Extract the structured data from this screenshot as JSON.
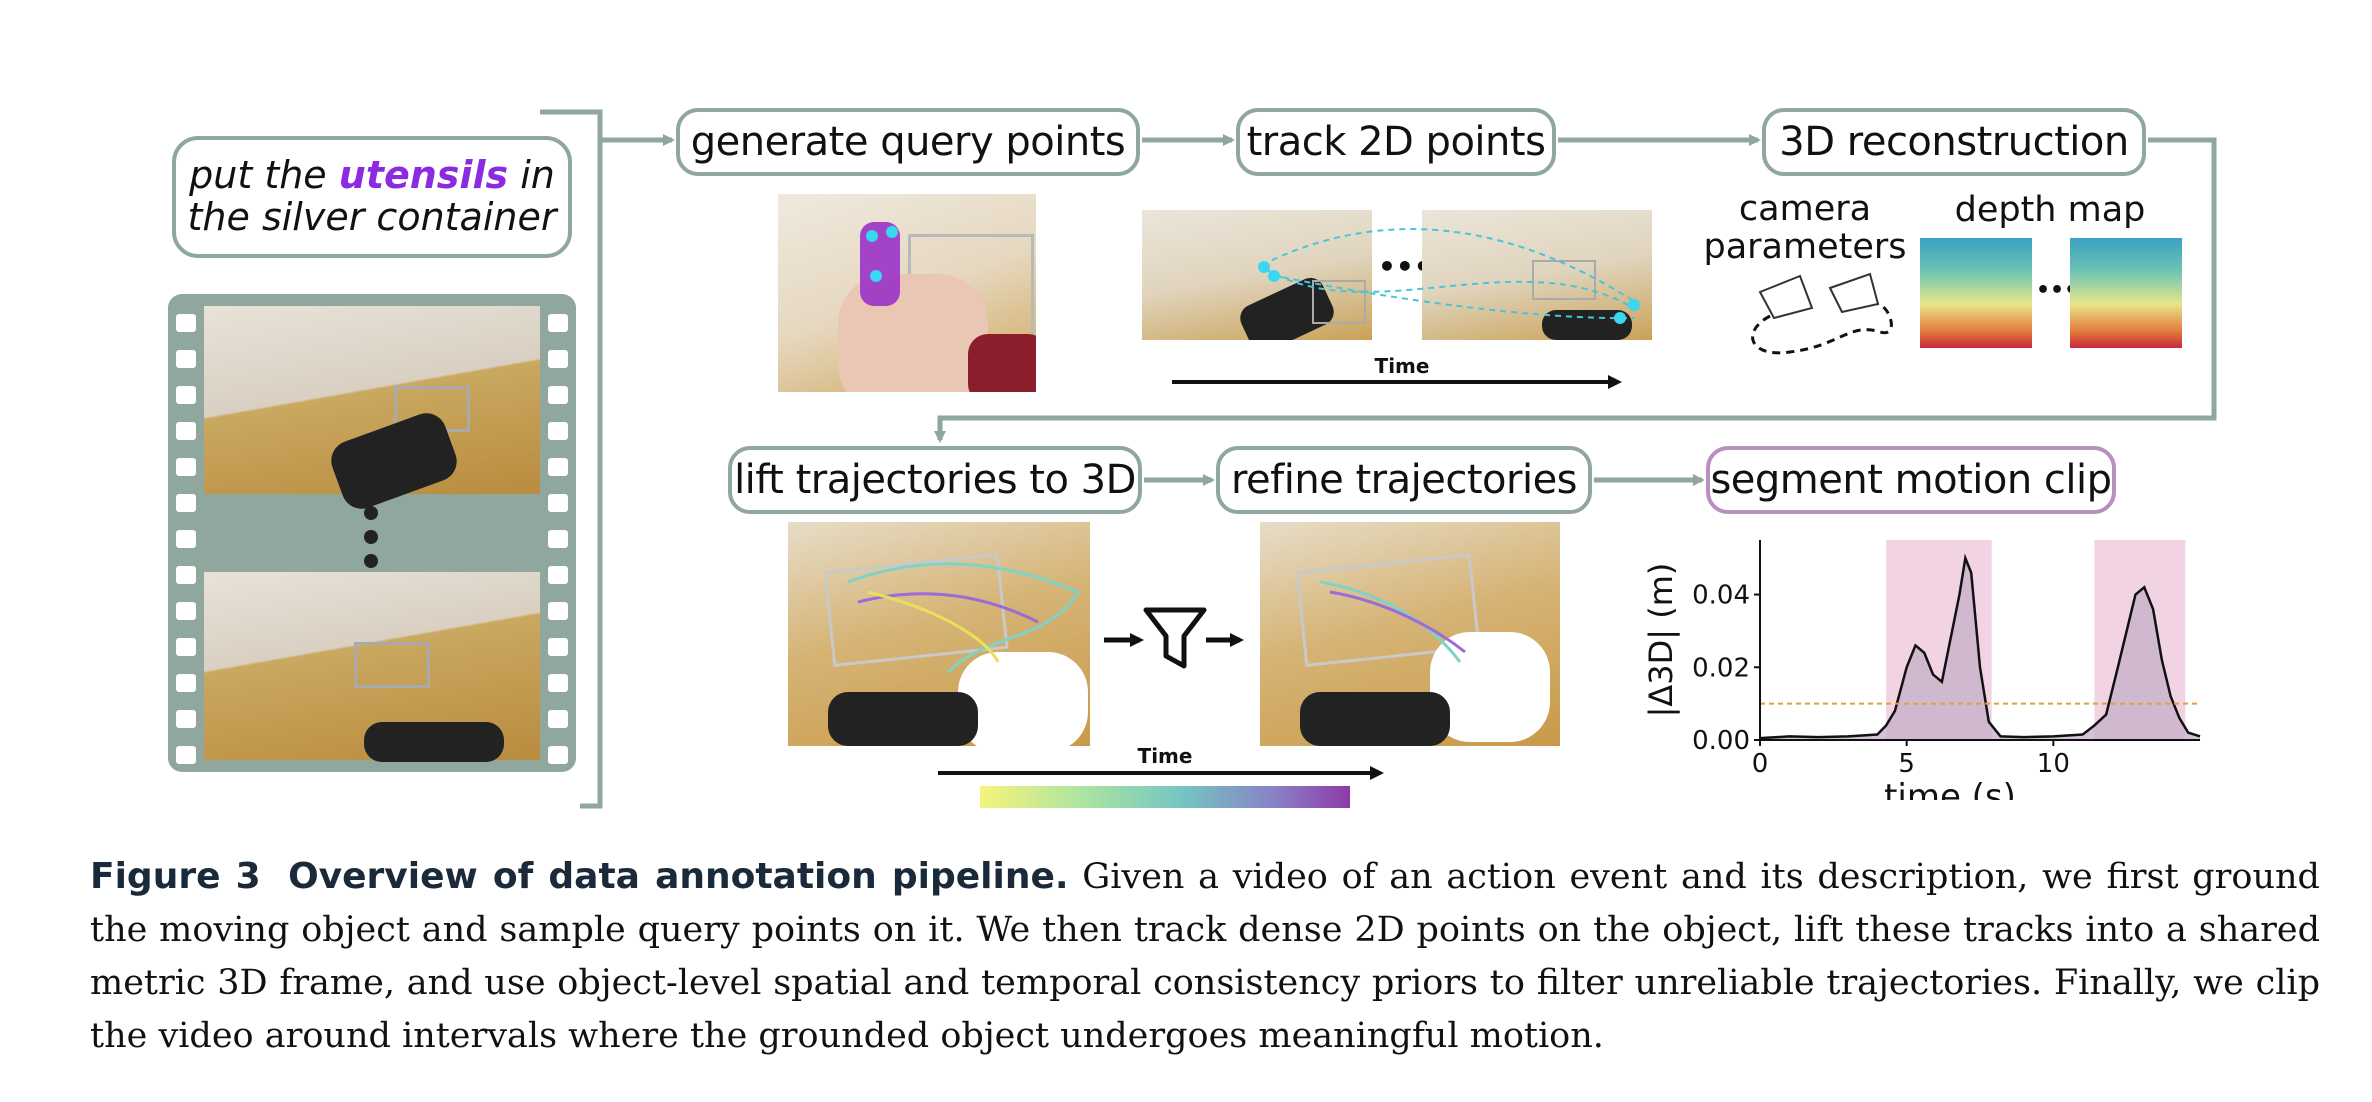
{
  "prompt": {
    "before": "put the ",
    "highlight": "utensils",
    "after": " in the silver container"
  },
  "stages": {
    "generate": "generate query points",
    "track": "track 2D points",
    "recon": "3D reconstruction",
    "lift": "lift trajectories to 3D",
    "refine": "refine trajectories",
    "segment": "segment motion clip"
  },
  "labels": {
    "time_top": "Time",
    "time_bottom": "Time",
    "camera": "camera parameters",
    "depth": "depth map",
    "ellipsis": "•••"
  },
  "caption": {
    "figure": "Figure 3",
    "title": "Overview of data annotation pipeline.",
    "body": "Given a video of an action event and its description, we first ground the moving object and sample query points on it. We then track dense 2D points on the object, lift these tracks into a shared metric 3D frame, and use object-level spatial and temporal consistency priors to filter unreliable trajectories. Finally, we clip the video around intervals where the grounded object undergoes meaningful motion."
  },
  "colors": {
    "frame": "#8fa79d",
    "purple": "#b98fc0",
    "highlight": "#8a2be2",
    "shade": "#f2d3e3",
    "thresh": "#e0a040"
  },
  "chart_data": {
    "type": "area",
    "xlabel": "time (s)",
    "ylabel": "|Δ3D| (m)",
    "xlim": [
      0,
      15
    ],
    "ylim": [
      0,
      0.055
    ],
    "xticks": [
      0,
      5,
      10
    ],
    "yticks": [
      0.0,
      0.02,
      0.04
    ],
    "ytick_labels": [
      "0.00",
      "0.02",
      "0.04"
    ],
    "threshold": 0.01,
    "shaded_intervals": [
      [
        4.3,
        7.9
      ],
      [
        11.4,
        14.5
      ]
    ],
    "x": [
      0,
      1,
      2,
      3,
      4,
      4.3,
      4.6,
      5,
      5.3,
      5.6,
      5.9,
      6.2,
      6.5,
      6.8,
      7.0,
      7.2,
      7.5,
      7.8,
      8.2,
      9,
      10,
      11,
      11.4,
      11.8,
      12.2,
      12.5,
      12.8,
      13.1,
      13.4,
      13.7,
      14.0,
      14.3,
      14.6,
      15
    ],
    "y": [
      0.0005,
      0.001,
      0.0008,
      0.001,
      0.0015,
      0.004,
      0.008,
      0.02,
      0.026,
      0.024,
      0.018,
      0.016,
      0.028,
      0.04,
      0.05,
      0.046,
      0.02,
      0.005,
      0.001,
      0.0008,
      0.001,
      0.0015,
      0.004,
      0.007,
      0.02,
      0.03,
      0.04,
      0.042,
      0.036,
      0.022,
      0.012,
      0.006,
      0.002,
      0.001
    ]
  }
}
